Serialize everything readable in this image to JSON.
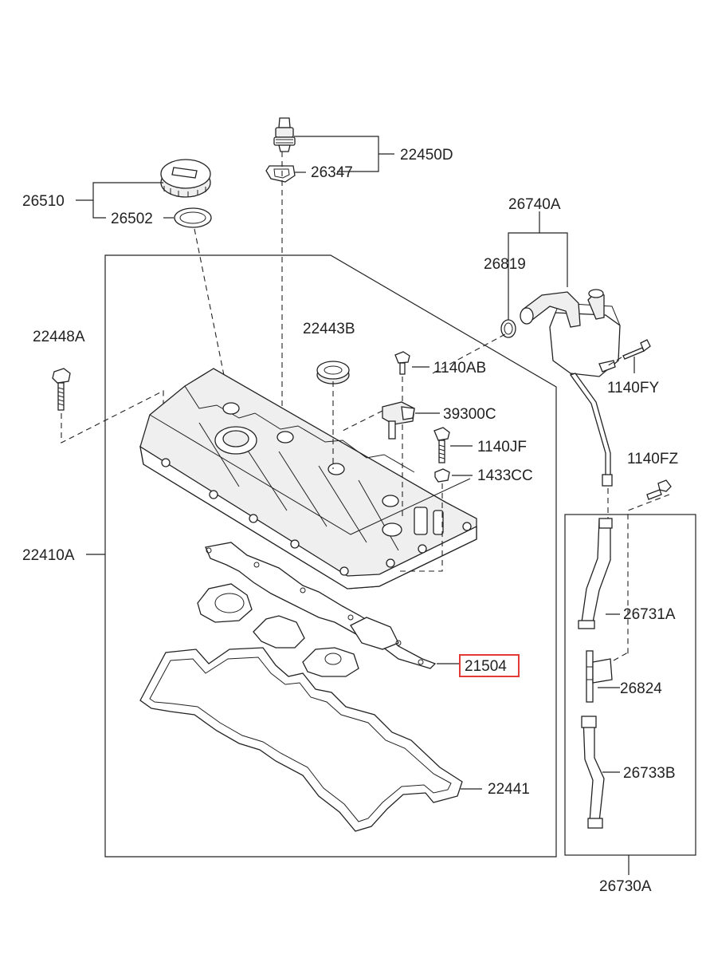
{
  "labels": {
    "p22450D": "22450D",
    "p26347": "26347",
    "p26510": "26510",
    "p26502": "26502",
    "p26740A": "26740A",
    "p26819": "26819",
    "p22448A": "22448A",
    "p22443B": "22443B",
    "p1140AB": "1140AB",
    "p1140FY": "1140FY",
    "p39300C": "39300C",
    "p1140JF": "1140JF",
    "p1140FZ": "1140FZ",
    "p1433CC": "1433CC",
    "p22410A": "22410A",
    "p26731A": "26731A",
    "p21504": "21504",
    "p26824": "26824",
    "p26733B": "26733B",
    "p22441": "22441",
    "p26730A": "26730A"
  },
  "highlight": {
    "part": "21504",
    "color": "#e53935"
  }
}
